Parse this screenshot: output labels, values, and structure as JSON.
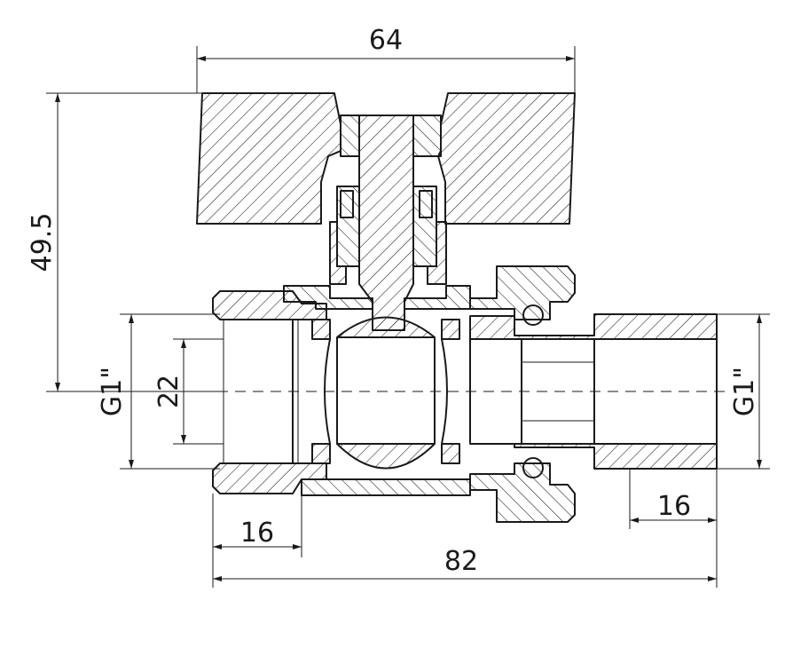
{
  "drawing": {
    "title": "",
    "dimensions": {
      "overall_width": "64",
      "overall_height": "49.5",
      "left_thread": "G1\"",
      "bore": "22",
      "right_thread": "G1\"",
      "left_thread_length": "16",
      "right_thread_length": "16",
      "overall_length": "82"
    }
  },
  "colors": {
    "line": "#1a1a1a",
    "background": "#ffffff"
  }
}
